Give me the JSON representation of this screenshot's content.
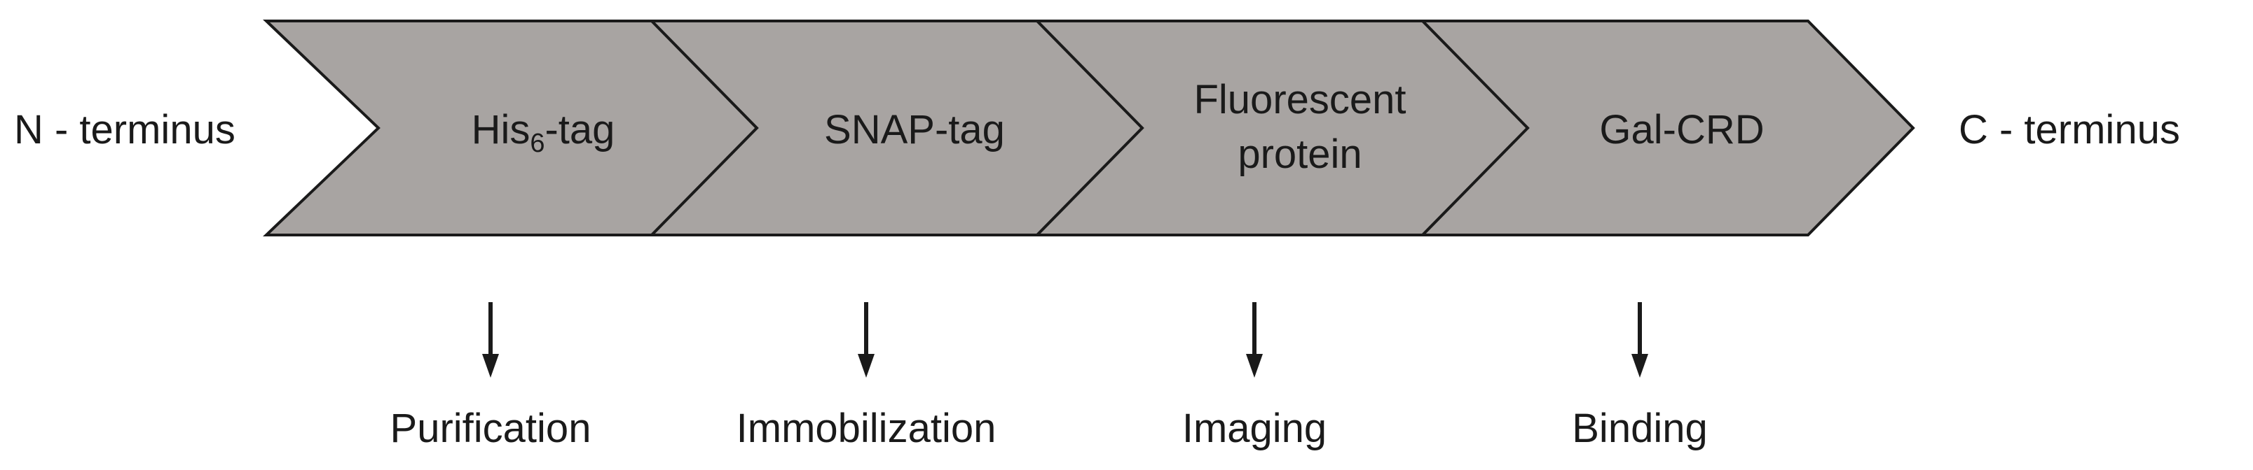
{
  "colors": {
    "segment_fill": "#a8a4a2",
    "segment_stroke": "#1a1a1a",
    "text": "#1a1a1a",
    "background": "#ffffff"
  },
  "ends": {
    "n_terminus": "N - terminus",
    "c_terminus": "C - terminus"
  },
  "segments": [
    {
      "label_main": "His",
      "label_sub": "6",
      "label_tail": "-tag",
      "function": "Purification"
    },
    {
      "label_line1": "SNAP-tag",
      "function": "Immobilization"
    },
    {
      "label_line1": "Fluorescent",
      "label_line2": "protein",
      "function": "Imaging"
    },
    {
      "label_line1": "Gal-CRD",
      "function": "Binding"
    }
  ]
}
